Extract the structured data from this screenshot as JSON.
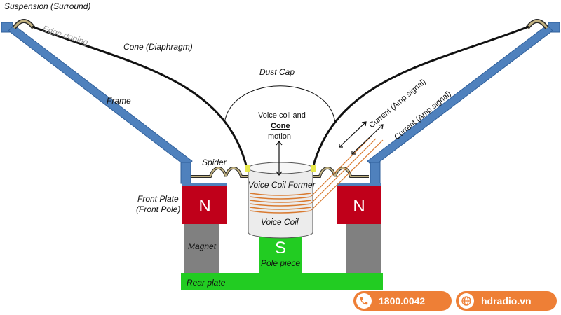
{
  "labels": {
    "suspension": "Suspension (Surround)",
    "edge_doping": "Edge doping",
    "cone": "Cone (Diaphragm)",
    "frame": "Frame",
    "dust_cap": "Dust Cap",
    "motion_line1": "Voice coil and",
    "motion_line2": "Cone",
    "motion_line3": "motion",
    "current_1": "Current (Amp signal)",
    "current_2": "Current (Amp signal)",
    "spider": "Spider",
    "voice_coil_former": "Voice Coil Former",
    "front_plate_line1": "Front Plate",
    "front_plate_line2": "(Front Pole)",
    "voice_coil": "Voice Coil",
    "magnet": "Magnet",
    "pole_piece": "Pole piece",
    "rear_plate": "Rear plate",
    "north_left": "N",
    "north_right": "N",
    "south": "S"
  },
  "contact": {
    "phone": "1800.0042",
    "website": "hdradio.vn"
  },
  "colors": {
    "frame": "#4f81bd",
    "magnet_pole": "#c0001a",
    "magnet": "#808080",
    "pole_piece": "#22cc22",
    "coil": "#d97a30",
    "surround": "#c2b280",
    "brand": "#ee7f36"
  }
}
